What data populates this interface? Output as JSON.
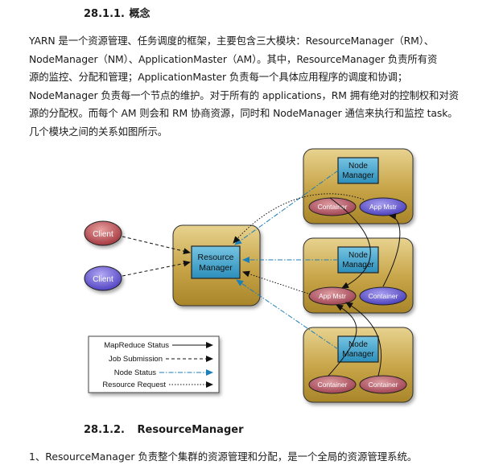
{
  "section1": {
    "number": "28.1.1.",
    "title": "概念"
  },
  "paragraph_lines": [
    "YARN 是一个资源管理、任务调度的框架，主要包含三大模块：ResourceManager（RM）、",
    "NodeManager（NM）、ApplicationMaster（AM）。其中，ResourceManager 负责所有资",
    "源的监控、分配和管理；ApplicationMaster 负责每一个具体应用程序的调度和协调；",
    "NodeManager 负责每一个节点的维护。对于所有的 applications，RM 拥有绝对的控制权和对资",
    "源的分配权。而每个 AM 则会和 RM 协商资源，同时和 NodeManager 通信来执行和监控 task。",
    "几个模块之间的关系如图所示。"
  ],
  "diagram": {
    "clients": [
      "Client",
      "Client"
    ],
    "resource_manager": [
      "Resource",
      "Manager"
    ],
    "node_manager": [
      "Node",
      "Manager"
    ],
    "container": "Container",
    "app_master": "App Mstr",
    "legend": [
      "MapReduce Status",
      "Job Submission",
      "Node Status",
      "Resource Request"
    ],
    "colors": {
      "panel": "#c4a243",
      "box": "#3fa2c8",
      "client_red": "#b8474d",
      "client_purple": "#6a5bd6",
      "container": "#a44b58",
      "app_master": "#5548c9",
      "node_status": "#1b7fb8"
    }
  },
  "section2": {
    "number": "28.1.2.",
    "title": "ResourceManager"
  },
  "cut_line": "1、ResourceManager 负责整个集群的资源管理和分配，是一个全局的资源管理系统。"
}
